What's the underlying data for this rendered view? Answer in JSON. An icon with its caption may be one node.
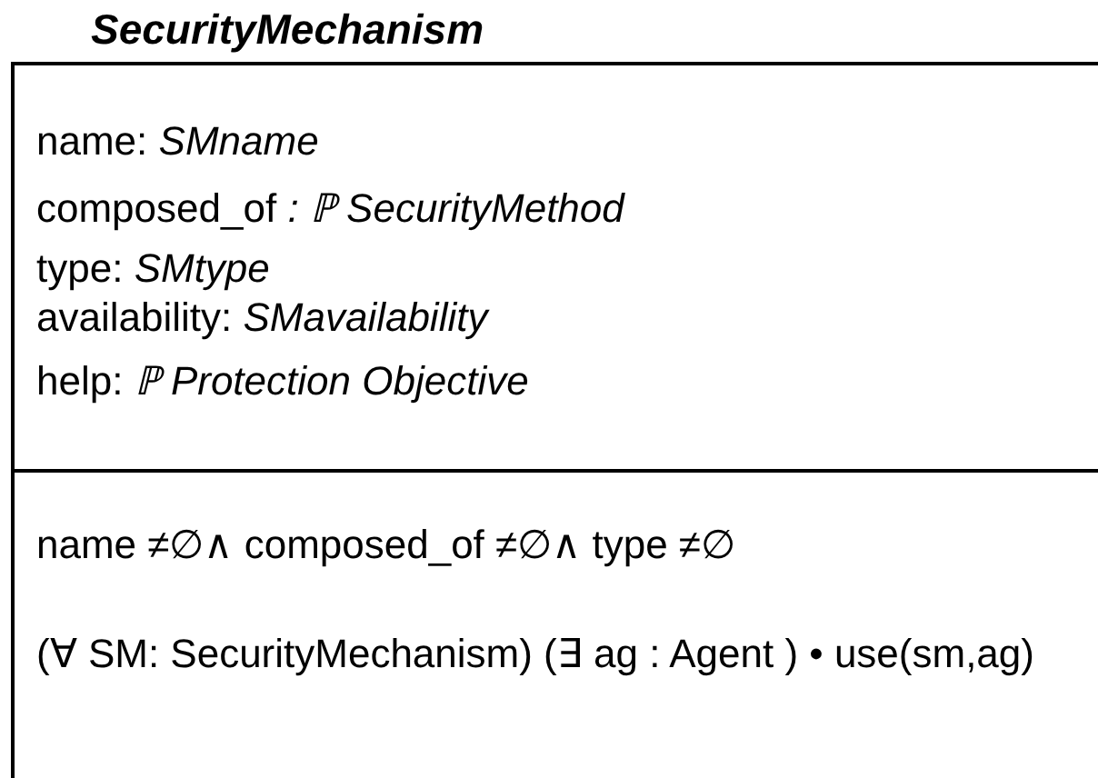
{
  "diagram": {
    "nodes": [
      {
        "text": [
          "SecurityMechanism"
        ]
      },
      {
        "text": [
          "name: *SMname*",
          "composed_of *:  ℙ SecurityMethod*",
          "type: *SMtype*",
          "availability: *SMavailability*",
          "help: *ℙ Protection Objective*"
        ],
        "in": 0
      },
      {
        "text": [
          "name ≠∅∧  composed_of ≠∅∧ type  ≠∅",
          "(∀ SM: SecurityMechanism) (∃ ag : Agent ) • use(sm,ag)"
        ],
        "in": 0
      }
    ]
  }
}
